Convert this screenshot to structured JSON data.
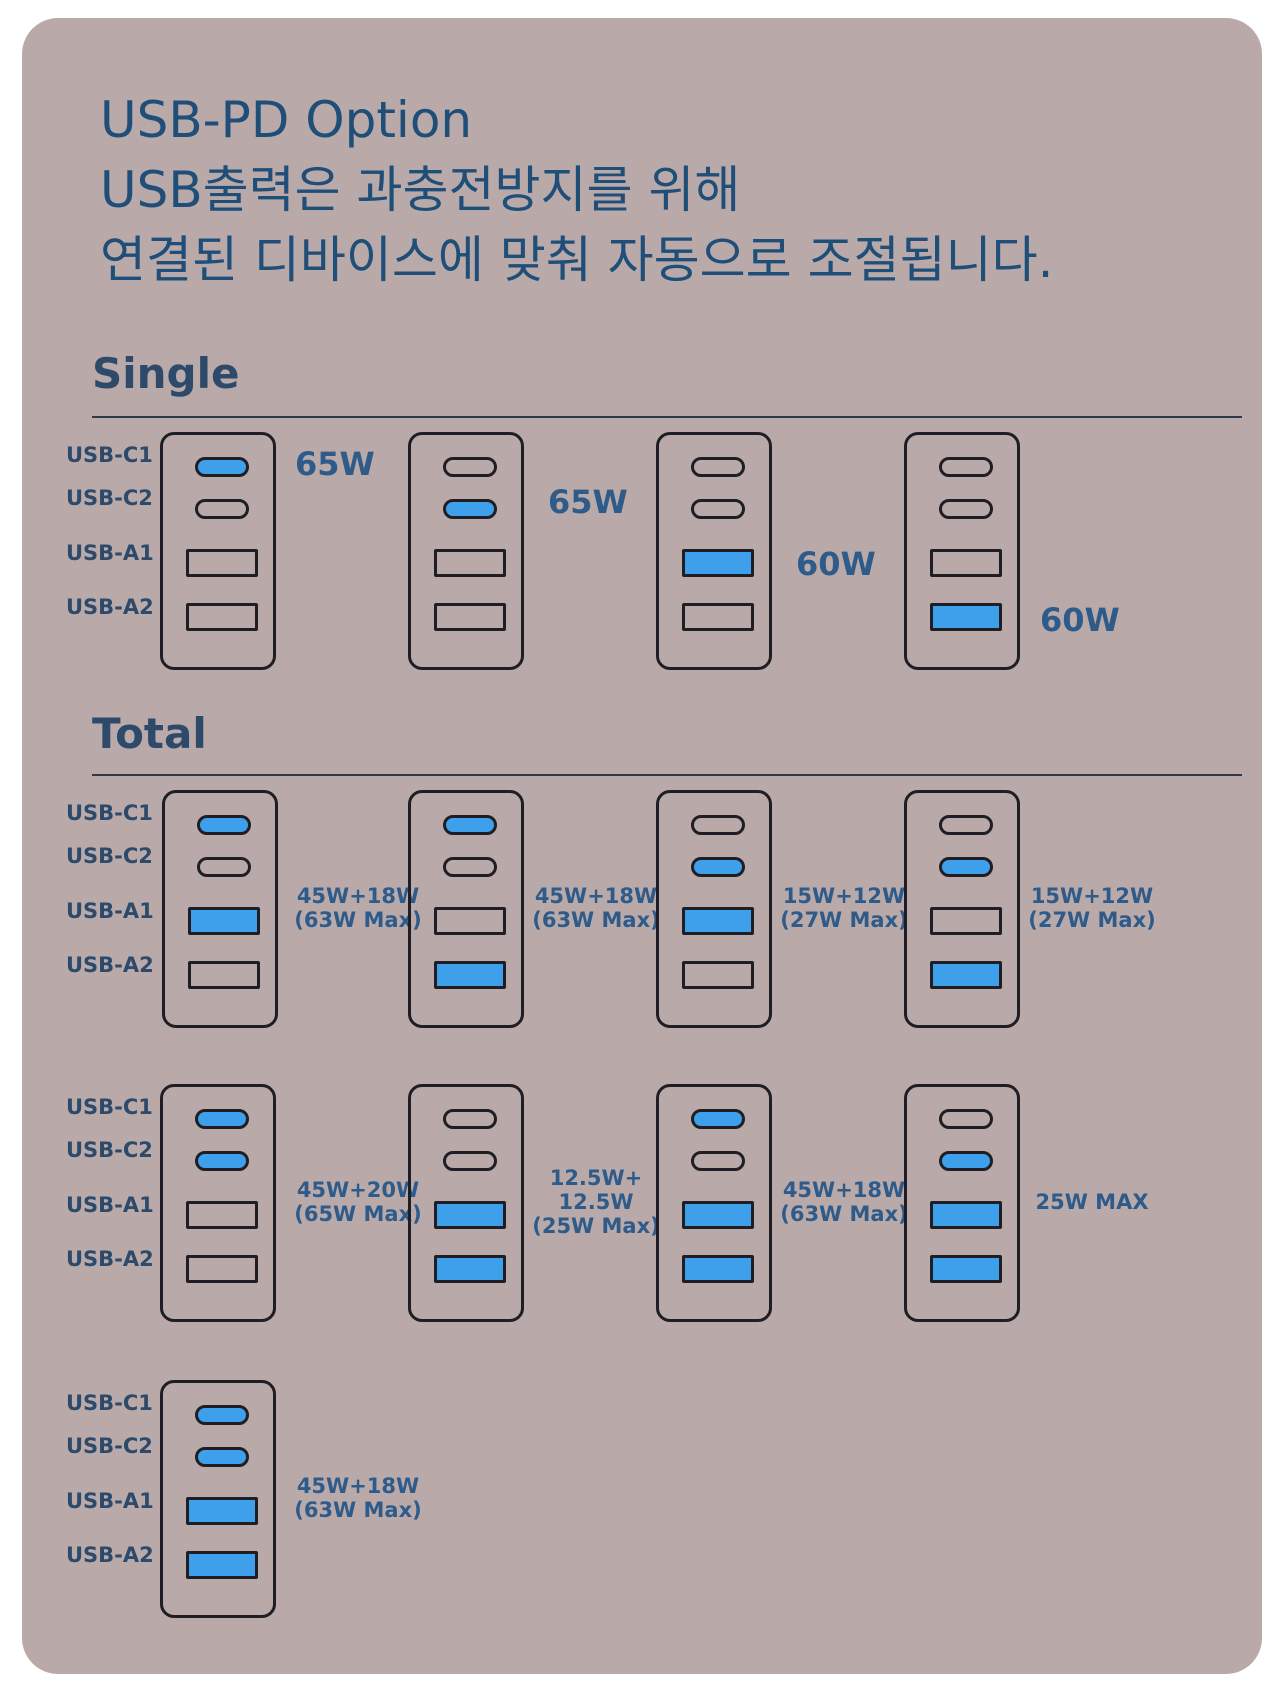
{
  "header": {
    "line1": "USB-PD Option",
    "line2": "USB출력은 과충전방지를 위해",
    "line3": "연결된 디바이스에 맞춰 자동으로 조절됩니다."
  },
  "colors": {
    "background": "#b9aaa9",
    "accent_blue": "#3ea0ea",
    "text_navy": "#1f4e79",
    "outline": "#1e1e24"
  },
  "port_labels": [
    "USB-C1",
    "USB-C2",
    "USB-A1",
    "USB-A2"
  ],
  "single": {
    "title": "Single",
    "items": [
      {
        "active": [
          "USB-C1"
        ],
        "watt": "65W"
      },
      {
        "active": [
          "USB-C2"
        ],
        "watt": "65W"
      },
      {
        "active": [
          "USB-A1"
        ],
        "watt": "60W"
      },
      {
        "active": [
          "USB-A2"
        ],
        "watt": "60W"
      }
    ]
  },
  "total": {
    "title": "Total",
    "items": [
      {
        "active": [
          "USB-C1",
          "USB-A1"
        ],
        "watt_lines": [
          "45W+18W",
          "(63W Max)"
        ]
      },
      {
        "active": [
          "USB-C1",
          "USB-A2"
        ],
        "watt_lines": [
          "45W+18W",
          "(63W Max)"
        ]
      },
      {
        "active": [
          "USB-C2",
          "USB-A1"
        ],
        "watt_lines": [
          "15W+12W",
          "(27W Max)"
        ]
      },
      {
        "active": [
          "USB-C2",
          "USB-A2"
        ],
        "watt_lines": [
          "15W+12W",
          "(27W Max)"
        ]
      },
      {
        "active": [
          "USB-C1",
          "USB-C2"
        ],
        "watt_lines": [
          "45W+20W",
          "(65W Max)"
        ]
      },
      {
        "active": [
          "USB-A1",
          "USB-A2"
        ],
        "watt_lines": [
          "12.5W+",
          "12.5W",
          "(25W Max)"
        ]
      },
      {
        "active": [
          "USB-C1",
          "USB-A1",
          "USB-A2"
        ],
        "watt_lines": [
          "45W+18W",
          "(63W Max)"
        ]
      },
      {
        "active": [
          "USB-C2",
          "USB-A1",
          "USB-A2"
        ],
        "watt_lines": [
          "25W MAX"
        ]
      },
      {
        "active": [
          "USB-C1",
          "USB-C2",
          "USB-A1",
          "USB-A2"
        ],
        "watt_lines": [
          "45W+18W",
          "(63W Max)"
        ]
      }
    ]
  }
}
